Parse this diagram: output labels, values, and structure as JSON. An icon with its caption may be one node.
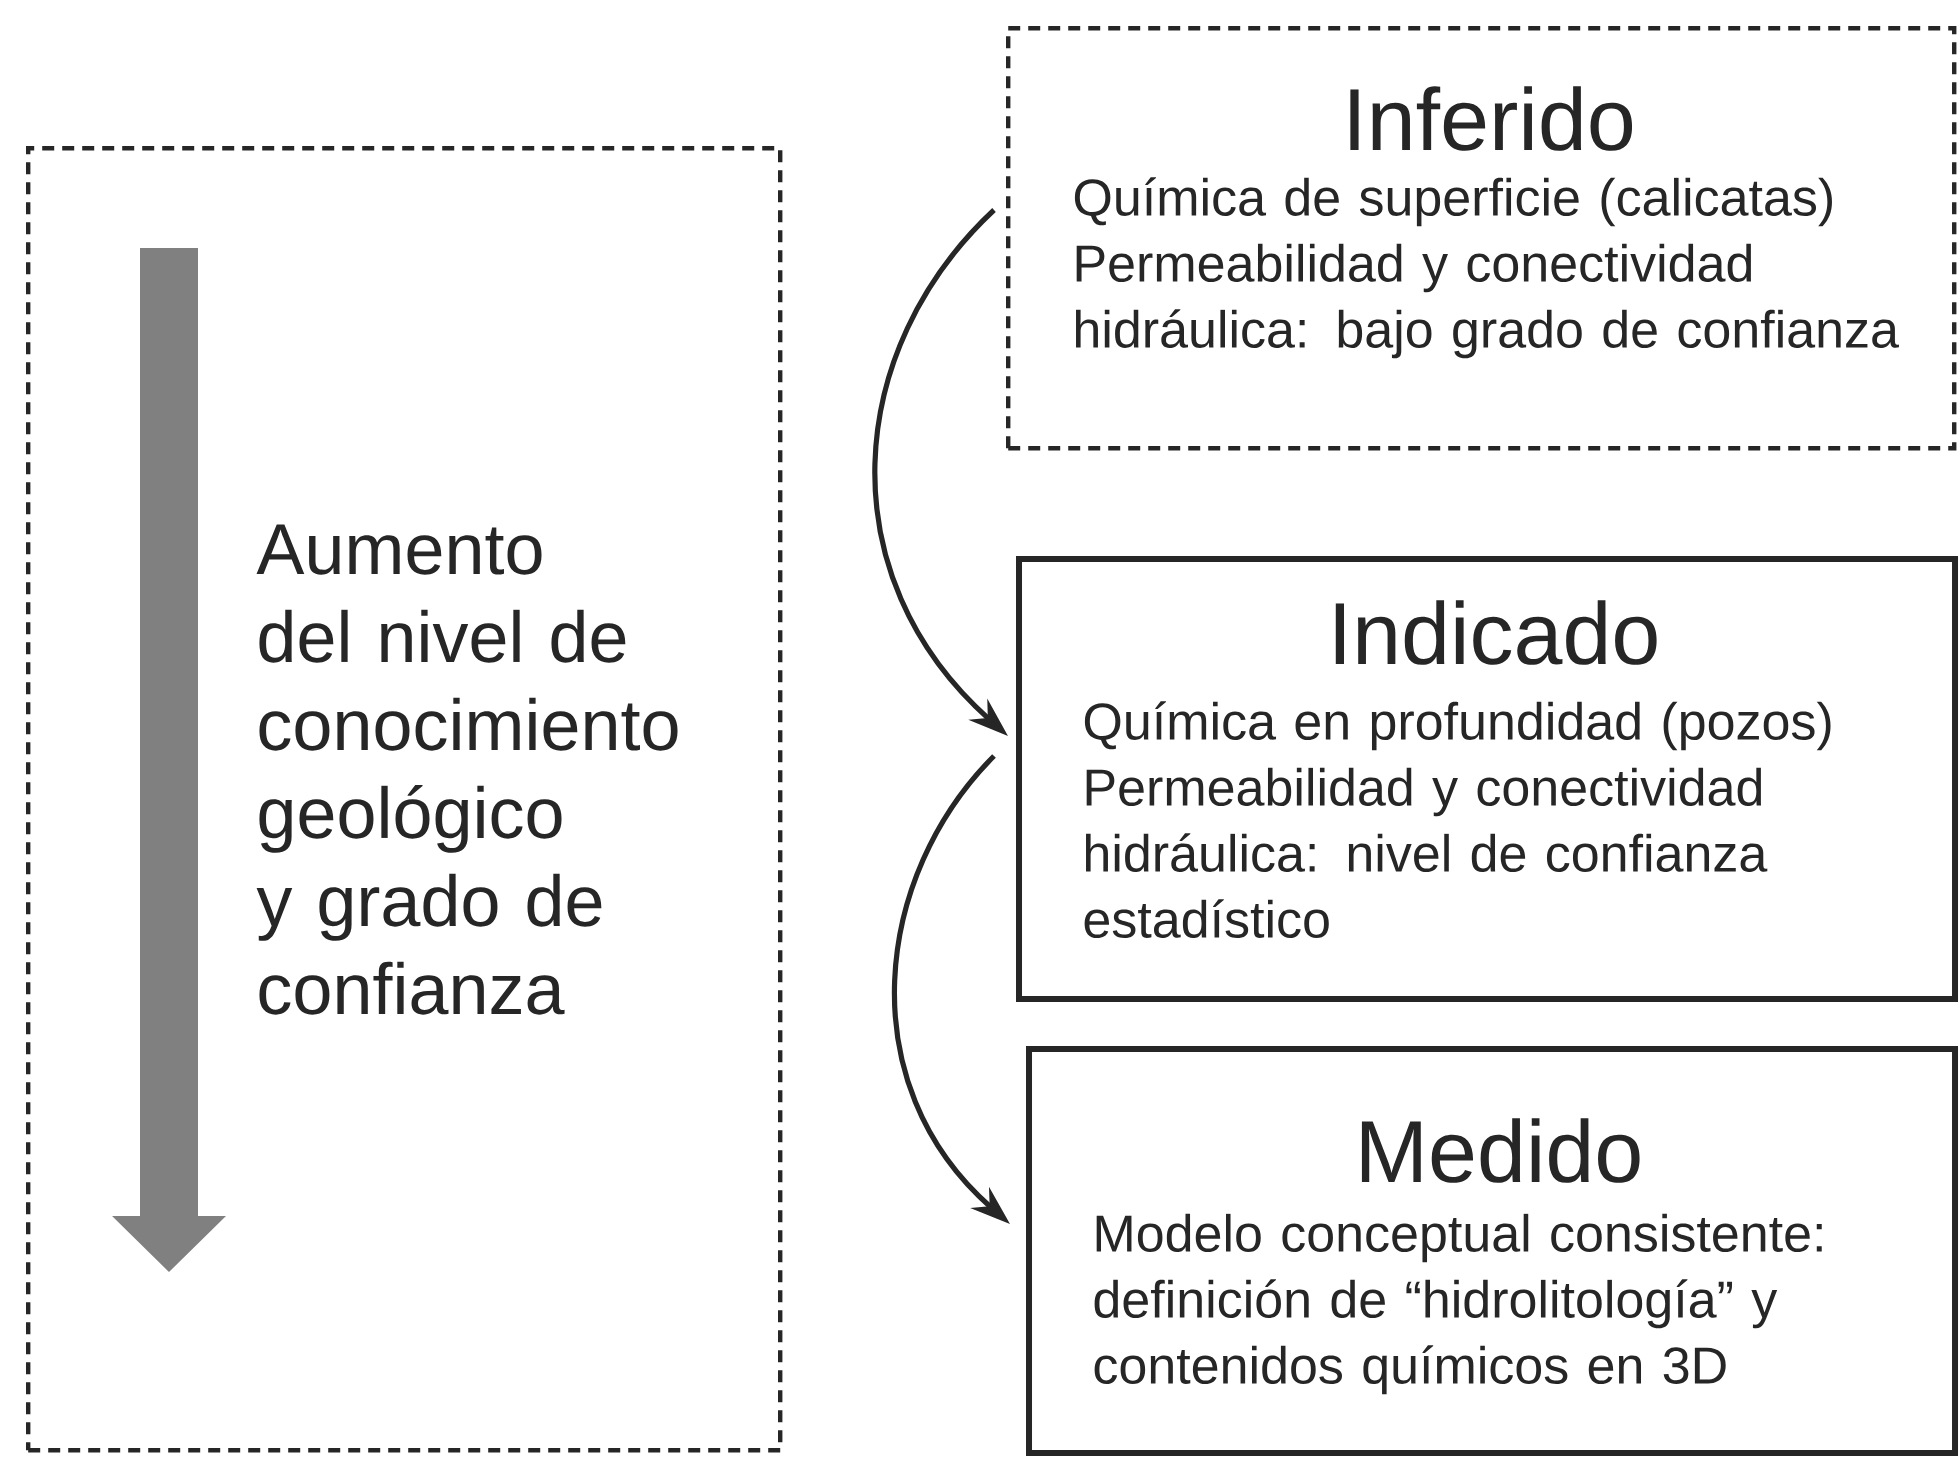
{
  "diagram": {
    "nodes": [
      {
        "text": [
          "Aumento del nivel de conocimiento geológico y grado de confianza"
        ]
      },
      {
        "text": [
          "Inferido",
          "Química de superficie (calicatas)",
          "Permeabilidad y conectividad hidráulica: bajo grado de confianza"
        ]
      },
      {
        "text": [
          "Indicado",
          "Química en profundidad (pozos)",
          "Permeabilidad y conectividad hidráulica: nivel de confianza estadístico"
        ]
      },
      {
        "text": [
          "Medido",
          "Modelo conceptual consistente: definición de “hidrolitología” y contenidos químicos en 3D"
        ]
      }
    ],
    "edges": [
      {
        "from": 1,
        "to": 2,
        "arrow": "to"
      },
      {
        "from": 2,
        "to": 3,
        "arrow": "to"
      }
    ]
  }
}
